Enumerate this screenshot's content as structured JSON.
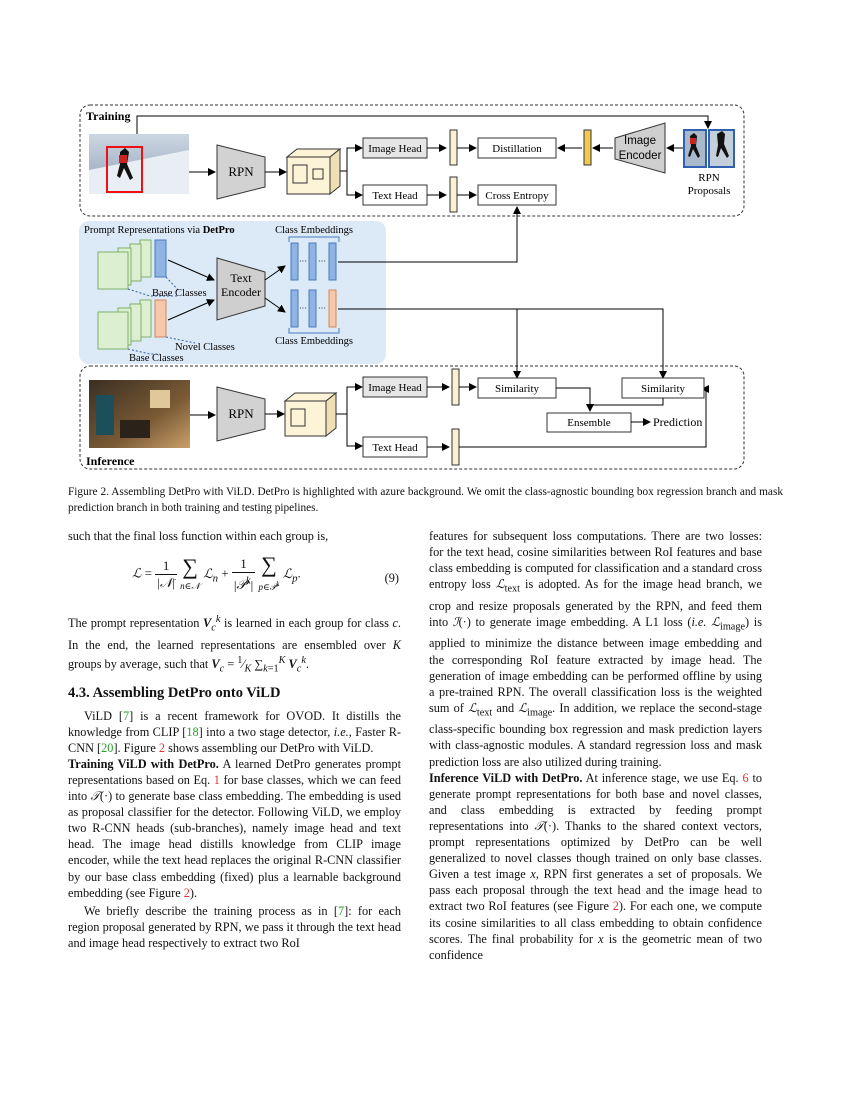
{
  "figure": {
    "training_label": "Training",
    "inference_label": "Inference",
    "rpn": "RPN",
    "image_head": "Image Head",
    "text_head": "Text Head",
    "distillation": "Distillation",
    "cross_entropy": "Cross Entropy",
    "image_encoder": [
      "Image",
      "Encoder"
    ],
    "rpn_proposals": [
      "RPN",
      "Proposals"
    ],
    "prompt_title_prefix": "Prompt Representations via ",
    "prompt_title_bold": "DetPro",
    "class_embeddings_top": "Class Embeddings",
    "class_embeddings_bottom": "Class Embeddings",
    "base_classes_1": "Base Classes",
    "text_encoder": [
      "Text",
      "Encoder"
    ],
    "novel_classes": "Novel Classes",
    "base_classes_2": "Base Classes",
    "similarity_1": "Similarity",
    "similarity_2": "Similarity",
    "ensemble": "Ensemble",
    "prediction": "Prediction",
    "dots": "···",
    "colors": {
      "azure_bg": "#dce9f6",
      "head_feature": "#fbf0d2",
      "embedding_blue": "#8fb4e3",
      "embedding_novel": "#f6c7a8",
      "distill_yellow": "#f2c94c",
      "prompt_green": "#dcefd0",
      "encoder_gray": "#cfcfcf"
    }
  },
  "caption": "Figure 2. Assembling DetPro with ViLD. DetPro is highlighted with azure background. We omit the class-agnostic bounding box regression branch and mask prediction branch in both training and testing pipelines.",
  "left": {
    "p1": "such that the final loss function within each group is,",
    "eq_number": "(9)",
    "p2a": "The prompt representation ",
    "p2b": " is learned in each group for class ",
    "p2c": ". In the end, the learned representations are ensembled over ",
    "p2d": " groups by average, such that ",
    "section": "4.3. Assembling DetPro onto ViLD",
    "p3a": "ViLD [",
    "p3b": "] is a recent framework for OVOD. It distills the knowledge from CLIP [",
    "p3c": "] into a two stage detector, ",
    "p3d": "i.e.",
    "p3e": ", Faster R-CNN [",
    "p3f": "]. Figure ",
    "p3g": " shows assembling our DetPro with ViLD.",
    "p4_head": "Training ViLD with DetPro.",
    "p4a": " A learned DetPro generates prompt representations based on Eq. ",
    "p4b": " for base classes, which we can feed into ",
    "p4c": " to generate base class embedding. The embedding is used as proposal classifier for the detector. Following ViLD, we employ two R-CNN heads (sub-branches), namely image head and text head. The image head distills knowledge from CLIP image encoder, while the text head replaces the original R-CNN classifier by our base class embedding (fixed) plus a learnable background embedding (see Figure ",
    "p4d": ").",
    "p5a": "We briefly describe the training process as in [",
    "p5b": "]: for each region proposal generated by RPN, we pass it through the text head and image head respectively to extract two RoI",
    "refs": {
      "vild": "7",
      "clip": "18",
      "frcnn": "20",
      "fig": "2",
      "eq": "1"
    }
  },
  "right": {
    "p1a": "features for subsequent loss computations. There are two losses: for the text head, cosine similarities between RoI features and base class embedding is computed for classification and a standard cross entropy loss ",
    "p1b": " is adopted. As for the image head branch, we crop and resize proposals generated by the RPN, and feed them into ",
    "p1c": " to generate image embedding. A L1 loss (",
    "p1d": "i.e.",
    "p1e": " ",
    "p1f": ") is applied to minimize the distance between image embedding and the corresponding RoI feature extracted by image head. The generation of image embedding can be performed offline by using a pre-trained RPN. The overall classification loss is the weighted sum of ",
    "p1g": " and ",
    "p1h": ". In addition, we replace the second-stage class-specific bounding box regression and mask prediction layers with class-agnostic modules. A standard regression loss and mask prediction loss are also utilized during training.",
    "p2_head": "Inference ViLD with DetPro.",
    "p2a": " At inference stage, we use Eq. ",
    "p2b": " to generate prompt representations for both base and novel classes, and class embedding is extracted by feeding prompt representations into ",
    "p2c": ". Thanks to the shared context vectors, prompt representations optimized by DetPro can be well generalized to novel classes though trained on only base classes. Given a test image ",
    "p2d": ", RPN first generates a set of proposals. We pass each proposal through the text head and the image head to extract two RoI features (see Figure ",
    "p2e": "). For each one, we compute its cosine similarities to all class embedding to obtain confidence scores. The final probability for ",
    "p2f": " is the geometric mean of two confidence",
    "refs": {
      "eq": "6",
      "fig": "2"
    }
  }
}
